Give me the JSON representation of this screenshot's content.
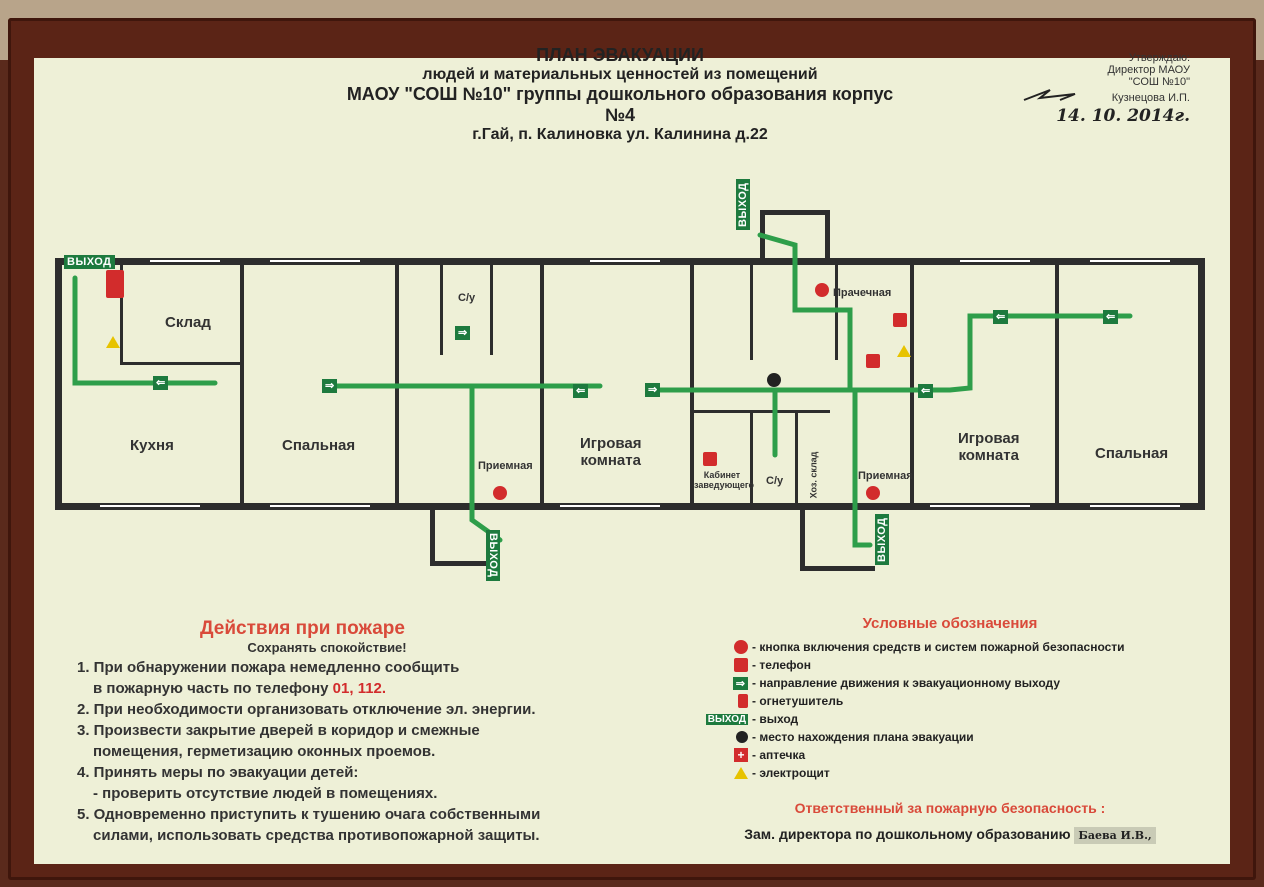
{
  "title": {
    "line1": "ПЛАН ЭВАКУАЦИИ",
    "line2": "людей и материальных ценностей из помещений",
    "line3": "МАОУ \"СОШ №10\" группы дошкольного образования корпус №4",
    "line4": "г.Гай, п. Калиновка ул. Калинина д.22"
  },
  "approval": {
    "line1": "Утверждаю:",
    "line2": "Директор МАОУ",
    "line3": "\"СОШ №10\"",
    "line4": "Кузнецова И.П.",
    "date": "14. 10. 2014г."
  },
  "rooms": {
    "sklad": "Склад",
    "kuhnya": "Кухня",
    "spalnaya1": "Спальная",
    "su1": "С/у",
    "priemnaya1": "Приемная",
    "igrovaya1a": "Игровая",
    "igrovaya1b": "комната",
    "kabinet1": "Кабинет",
    "kabinet2": "заведующего",
    "su2": "С/у",
    "hoz": "Хоз. склад",
    "prachechnaya": "Прачечная",
    "priemnaya2": "Приемная",
    "igrovaya2a": "Игровая",
    "igrovaya2b": "комната",
    "spalnaya2": "Спальная"
  },
  "exit_label": "ВЫХОД",
  "actions": {
    "heading": "Действия при пожаре",
    "calm": "Сохранять спокойствие!",
    "item1a": "1. При обнаружении пожара немедленно сообщить",
    "item1b": "в пожарную часть по телефону",
    "phones": "01, 112.",
    "item2": "2. При необходимости организовать отключение эл. энергии.",
    "item3a": "3. Произвести закрытие дверей в коридор и смежные",
    "item3b": "помещения, герметизацию оконных проемов.",
    "item4a": "4. Принять меры по эвакуации детей:",
    "item4b": "- проверить отсутствие людей в помещениях.",
    "item5a": "5. Одновременно приступить к тушению очага собственными",
    "item5b": "силами, использовать средства противопожарной защиты."
  },
  "legend": {
    "heading": "Условные обозначения",
    "items": [
      "- кнопка включения средств и систем пожарной безопасности",
      "- телефон",
      "- направление движения к эвакуационному выходу",
      "- огнетушитель",
      "- выход",
      "- место нахождения плана эвакуации",
      "- аптечка",
      "- электрощит"
    ]
  },
  "responsible": {
    "heading": "Ответственный за пожарную безопасность :",
    "role": "Зам. директора по дошкольному образованию",
    "name": "Баева И.В.,"
  },
  "colors": {
    "route": "#2e9e4a",
    "sign": "#1d7a3e",
    "wall": "#2d2d2d",
    "accent": "#d94a3a"
  }
}
